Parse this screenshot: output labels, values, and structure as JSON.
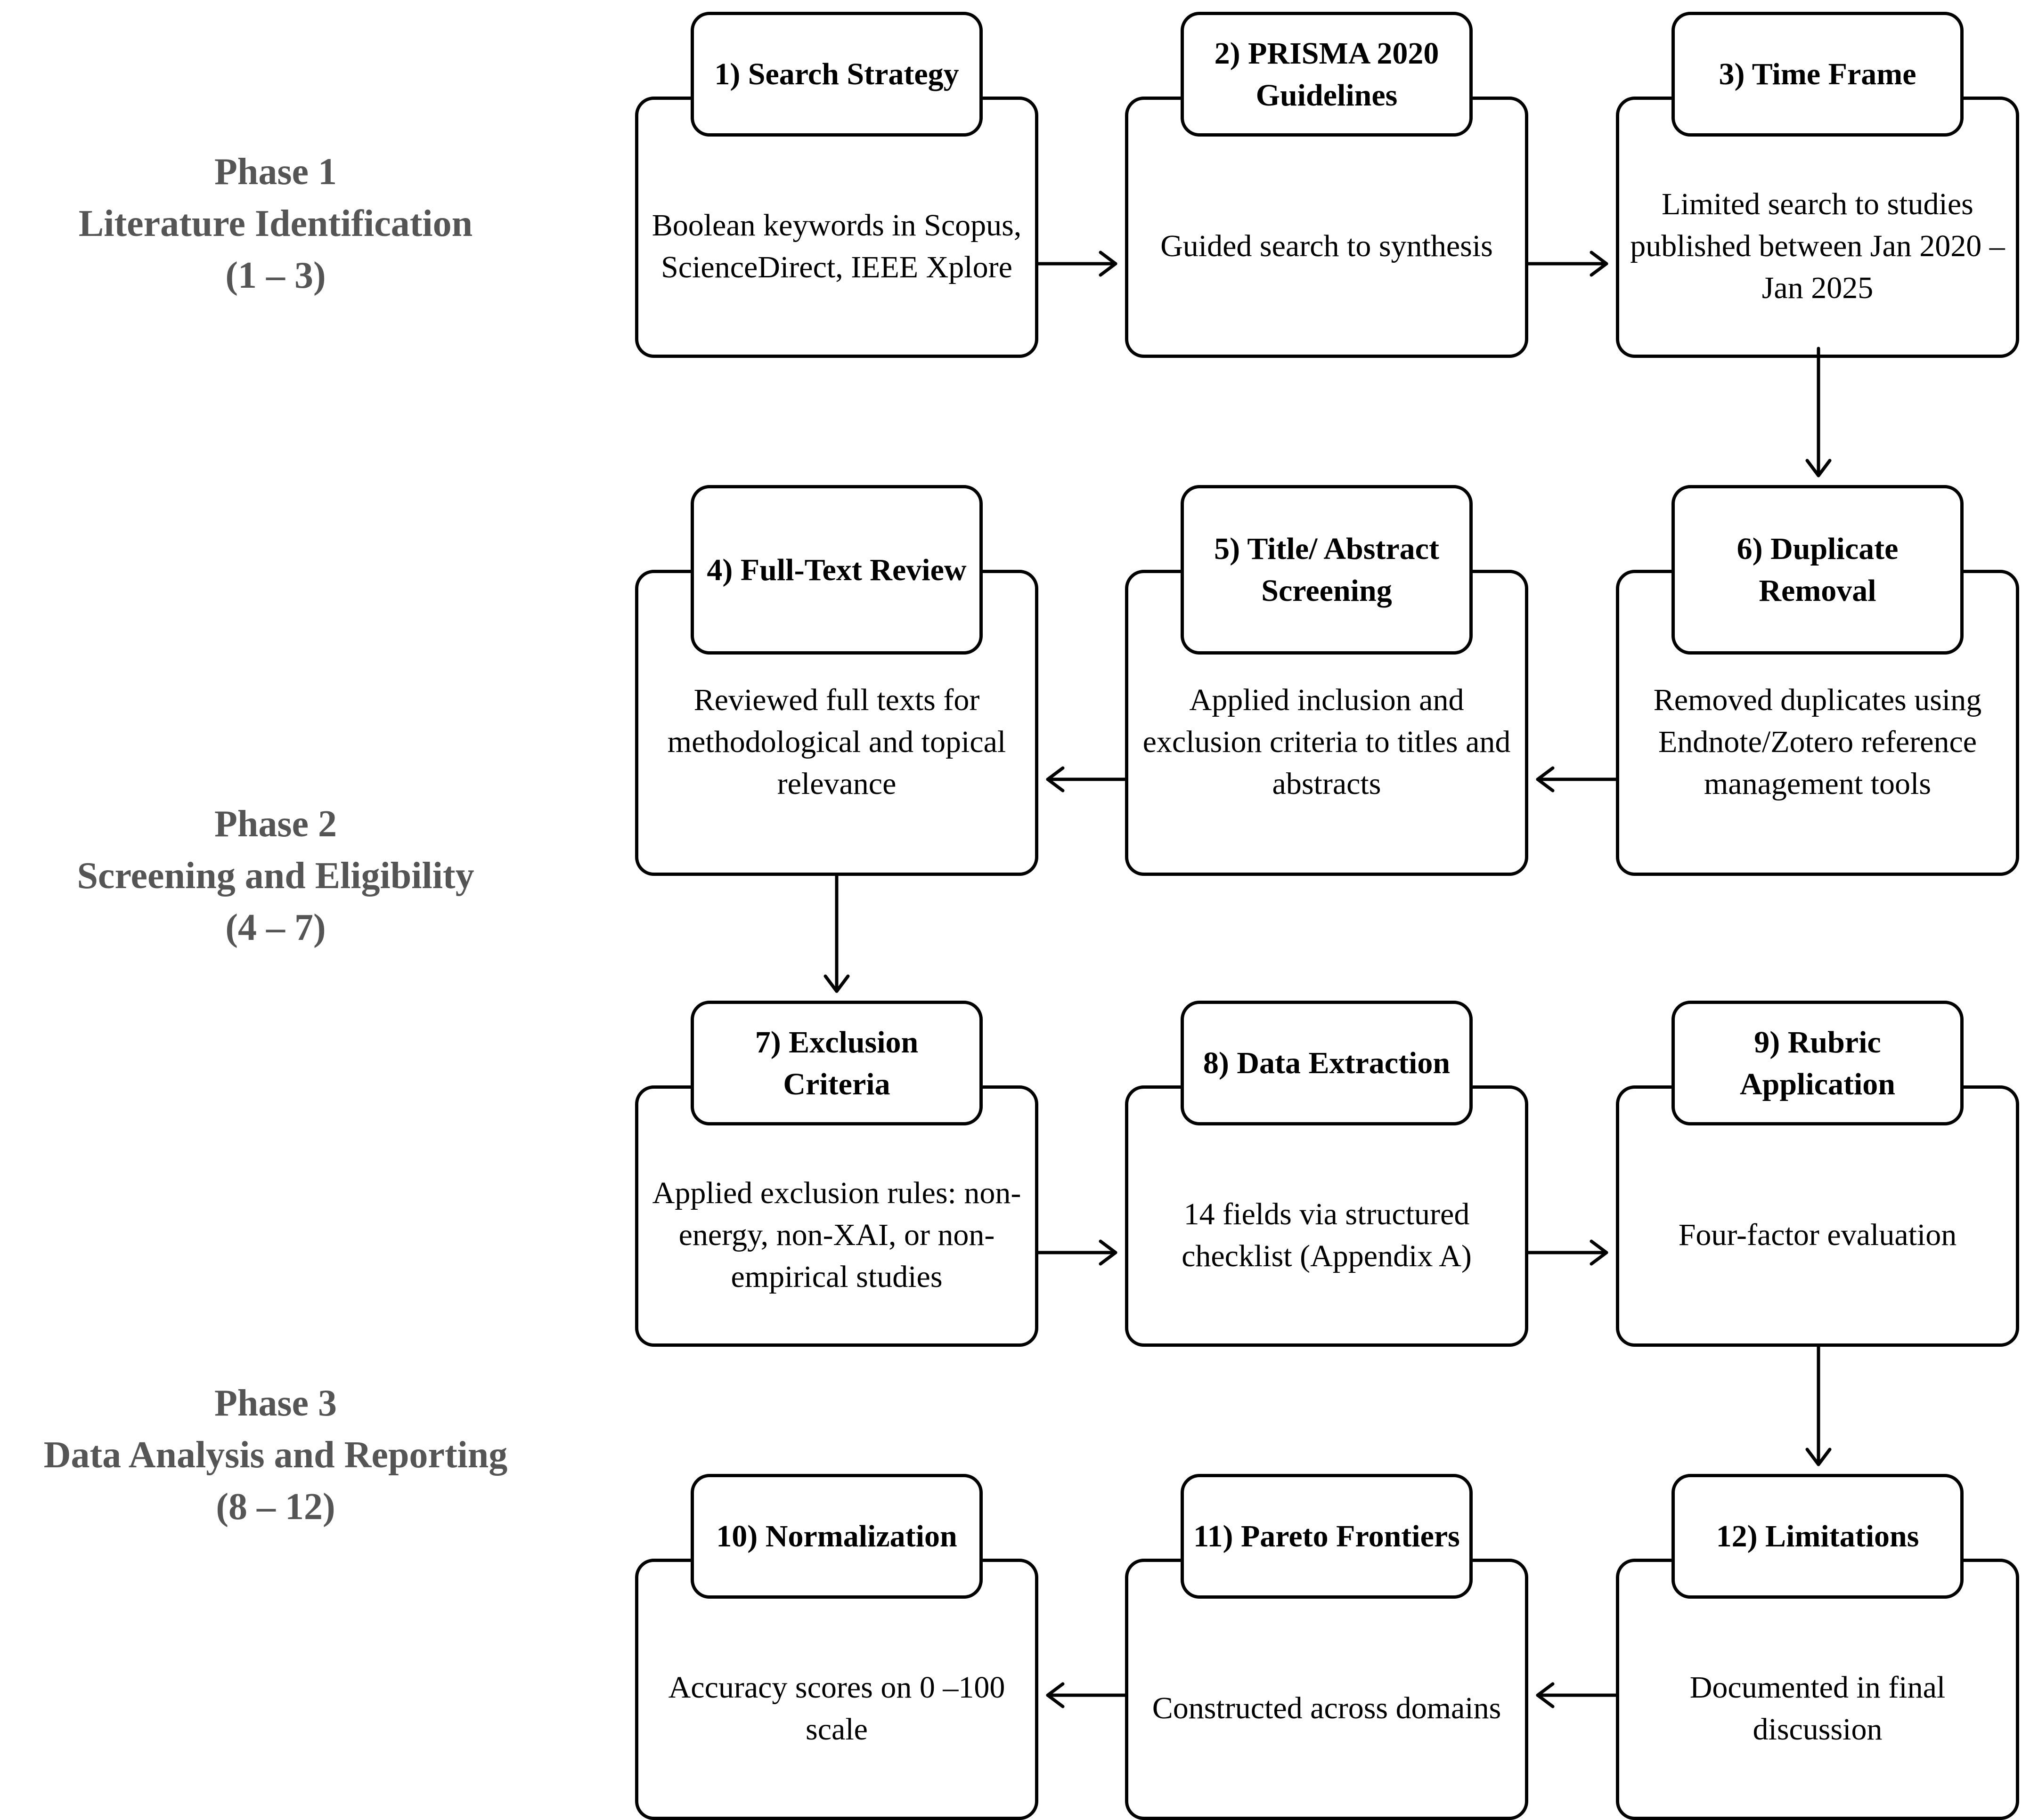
{
  "phases": [
    {
      "title": "Phase 1",
      "name": "Literature Identification",
      "range": "(1 – 3)"
    },
    {
      "title": "Phase 2",
      "name": "Screening and Eligibility",
      "range": "(4 – 7)"
    },
    {
      "title": "Phase 3",
      "name": "Data Analysis and Reporting",
      "range": "(8 – 12)"
    }
  ],
  "steps": [
    {
      "title": "1) Search Strategy",
      "desc": "Boolean keywords in Scopus, ScienceDirect, IEEE Xplore"
    },
    {
      "title": "2) PRISMA 2020 Guidelines",
      "desc": "Guided search to synthesis"
    },
    {
      "title": "3) Time Frame",
      "desc": "Limited search to studies published between Jan 2020 – Jan 2025"
    },
    {
      "title": "4) Full-Text Review",
      "desc": "Reviewed full texts for methodological and topical relevance"
    },
    {
      "title": "5) Title/ Abstract Screening",
      "desc": "Applied inclusion and exclusion criteria to titles and abstracts"
    },
    {
      "title": "6) Duplicate Removal",
      "desc": "Removed duplicates using Endnote/Zotero reference management tools"
    },
    {
      "title": "7) Exclusion Criteria",
      "desc": "Applied exclusion rules: non-energy, non-XAI, or non-empirical studies"
    },
    {
      "title": "8) Data Extraction",
      "desc": "14 fields via structured checklist (Appendix A)"
    },
    {
      "title": "9) Rubric Application",
      "desc": "Four-factor evaluation"
    },
    {
      "title": "10) Normalization",
      "desc": "Accuracy scores on 0 –100 scale"
    },
    {
      "title": "11) Pareto Frontiers",
      "desc": "Constructed across domains"
    },
    {
      "title": "12) Limitations",
      "desc": "Documented in final discussion"
    }
  ]
}
